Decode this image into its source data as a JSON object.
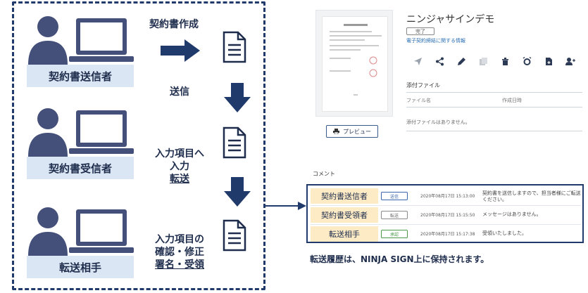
{
  "roles": [
    {
      "label": "契約書送信者"
    },
    {
      "label": "契約書受信者"
    },
    {
      "label": "転送相手"
    }
  ],
  "steps": {
    "create": "契約書作成",
    "send": "送信",
    "input_line1": "入力項目へ",
    "input_line2": "入力",
    "forward": "転送",
    "confirm_line1": "入力項目の",
    "confirm_line2": "確認・修正",
    "confirm_line3": "署名・受領"
  },
  "ui": {
    "preview_button": "プレビュー",
    "doc_title": "ニンジャサインデモ",
    "status": "完了",
    "info_link": "電子契約締結に関する情報",
    "toolbar_icons": [
      "send-icon",
      "share-icon",
      "edit-icon",
      "copy-icon",
      "trash-icon",
      "alarm-icon",
      "file-add-icon",
      "user-add-icon"
    ],
    "attachments": {
      "title": "添付ファイル",
      "col_name": "ファイル名",
      "col_date": "作成日時",
      "empty": "添付ファイルはありません。"
    },
    "comments": {
      "title": "コメント",
      "rows": [
        {
          "who": "契約書送信者",
          "badge": "送信",
          "badge_color": "#3a66b0",
          "time": "2020年08月17日 15:13:00",
          "message": "契約書を送信しますので、担当者様にご転送ください。"
        },
        {
          "who": "契約書受領者",
          "badge": "転送",
          "badge_color": "#8a8a8a",
          "time": "2020年08月17日 15:15:50",
          "message": "メッセージはありません。"
        },
        {
          "who": "転送相手",
          "badge": "承認",
          "badge_color": "#4a9a4a",
          "time": "2020年08月17日 15:17:38",
          "message": "受領いたしました。"
        }
      ]
    }
  },
  "caption": "転送履歴は、NINJA SIGN上に保持されます。",
  "colors": {
    "navy": "#1f3a6b",
    "person": "#44507a",
    "tag_bg": "#dbe6f4",
    "who_bg": "#fcebc5"
  }
}
